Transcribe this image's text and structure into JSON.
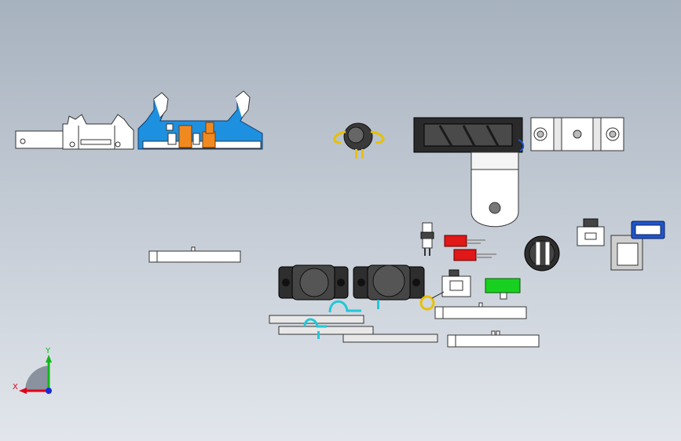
{
  "window": {
    "view": "isometric-assembly-view"
  },
  "triad": {
    "x_label": "X",
    "y_label": "Y",
    "x_color": "#e0001a",
    "y_color": "#12b81a",
    "z_color": "#1a2bd6"
  },
  "colors": {
    "background_top": "#a7b2bf",
    "background_bottom": "#e2e6ec",
    "connector_blue": "#1e90e0",
    "contact_orange": "#f08a20",
    "led_red": "#e01818",
    "led_green": "#18d020",
    "usb_blue": "#1f55c8",
    "wire_cyan": "#22c8d8",
    "fan_dark": "#2a2a2a"
  },
  "parts": [
    "idc-connector-bracket",
    "idc-connector-blue",
    "dc-jack-small",
    "cooling-fan",
    "fan-mount-bracket",
    "mounting-plate",
    "pin-header-strip-a",
    "pin-header-strip-b",
    "pin-header-strip-c",
    "pin-header-strip-d",
    "power-inductor-a",
    "power-inductor-b",
    "led-holder",
    "led-red-a",
    "led-red-b",
    "round-socket",
    "slide-switch",
    "usb-jack",
    "push-button",
    "green-fuse",
    "perfboard-strips"
  ]
}
